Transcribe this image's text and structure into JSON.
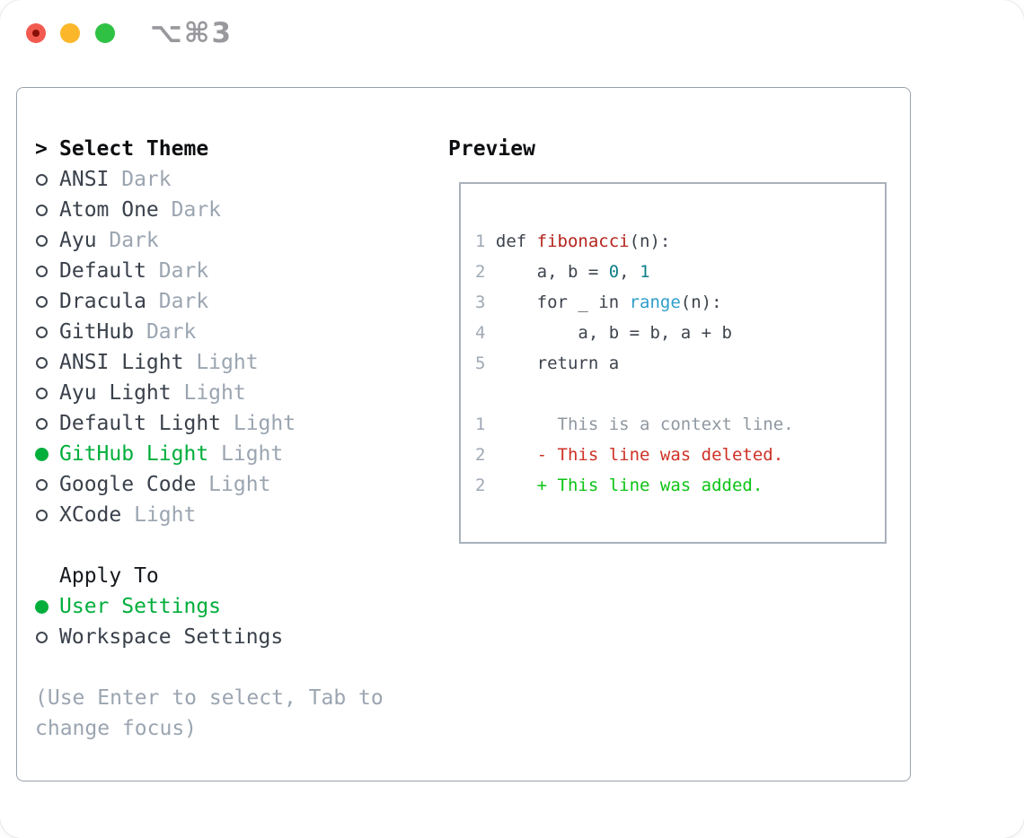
{
  "titlebar": {
    "title": "⌥⌘3"
  },
  "theme_picker": {
    "header_marker": ">",
    "header": "Select Theme",
    "items": [
      {
        "name": "ANSI",
        "variant": "Dark",
        "selected": false
      },
      {
        "name": "Atom One",
        "variant": "Dark",
        "selected": false
      },
      {
        "name": "Ayu",
        "variant": "Dark",
        "selected": false
      },
      {
        "name": "Default",
        "variant": "Dark",
        "selected": false
      },
      {
        "name": "Dracula",
        "variant": "Dark",
        "selected": false
      },
      {
        "name": "GitHub",
        "variant": "Dark",
        "selected": false
      },
      {
        "name": "ANSI Light",
        "variant": "Light",
        "selected": false
      },
      {
        "name": "Ayu Light",
        "variant": "Light",
        "selected": false
      },
      {
        "name": "Default Light",
        "variant": "Light",
        "selected": false
      },
      {
        "name": "GitHub Light",
        "variant": "Light",
        "selected": true
      },
      {
        "name": "Google Code",
        "variant": "Light",
        "selected": false
      },
      {
        "name": "XCode",
        "variant": "Light",
        "selected": false
      }
    ],
    "apply_to": {
      "header": "Apply To",
      "options": [
        {
          "label": "User Settings",
          "selected": true
        },
        {
          "label": "Workspace Settings",
          "selected": false
        }
      ]
    },
    "help_lines": [
      "(Use Enter to select, Tab to",
      "change focus)"
    ]
  },
  "preview": {
    "header": "Preview",
    "code_lines": [
      {
        "lineno": "1",
        "tokens": [
          {
            "text": "def ",
            "style": "fg"
          },
          {
            "text": "fibonacci",
            "style": "func"
          },
          {
            "text": "(n):",
            "style": "fg"
          }
        ]
      },
      {
        "lineno": "2",
        "tokens": [
          {
            "text": "    a, b = ",
            "style": "fg"
          },
          {
            "text": "0",
            "style": "num"
          },
          {
            "text": ", ",
            "style": "fg"
          },
          {
            "text": "1",
            "style": "num"
          }
        ]
      },
      {
        "lineno": "3",
        "tokens": [
          {
            "text": "    for _ in ",
            "style": "fg"
          },
          {
            "text": "range",
            "style": "builtin"
          },
          {
            "text": "(n):",
            "style": "fg"
          }
        ]
      },
      {
        "lineno": "4",
        "tokens": [
          {
            "text": "        a, b = b, a + b",
            "style": "fg"
          }
        ]
      },
      {
        "lineno": "5",
        "tokens": [
          {
            "text": "    return a",
            "style": "fg"
          }
        ]
      }
    ],
    "diff_lines": [
      {
        "lineno": "1",
        "tokens": [
          {
            "text": "      This is a context line.",
            "style": "context"
          }
        ]
      },
      {
        "lineno": "2",
        "tokens": [
          {
            "text": "    - This line was deleted.",
            "style": "deleted"
          }
        ]
      },
      {
        "lineno": "2",
        "tokens": [
          {
            "text": "    + This line was added.",
            "style": "added"
          }
        ]
      }
    ]
  },
  "colors": {
    "accent_green": "#00ae3b",
    "diff_added_green": "#0cc414",
    "diff_deleted_red": "#ce3126",
    "syntax_function_red": "#b4241c",
    "syntax_number_teal": "#0e7f87",
    "syntax_builtin_blue": "#2f9ec9",
    "code_foreground": "#3d434d",
    "muted_gray": "#9ba5b1",
    "panel_border": "#99a2ac"
  }
}
